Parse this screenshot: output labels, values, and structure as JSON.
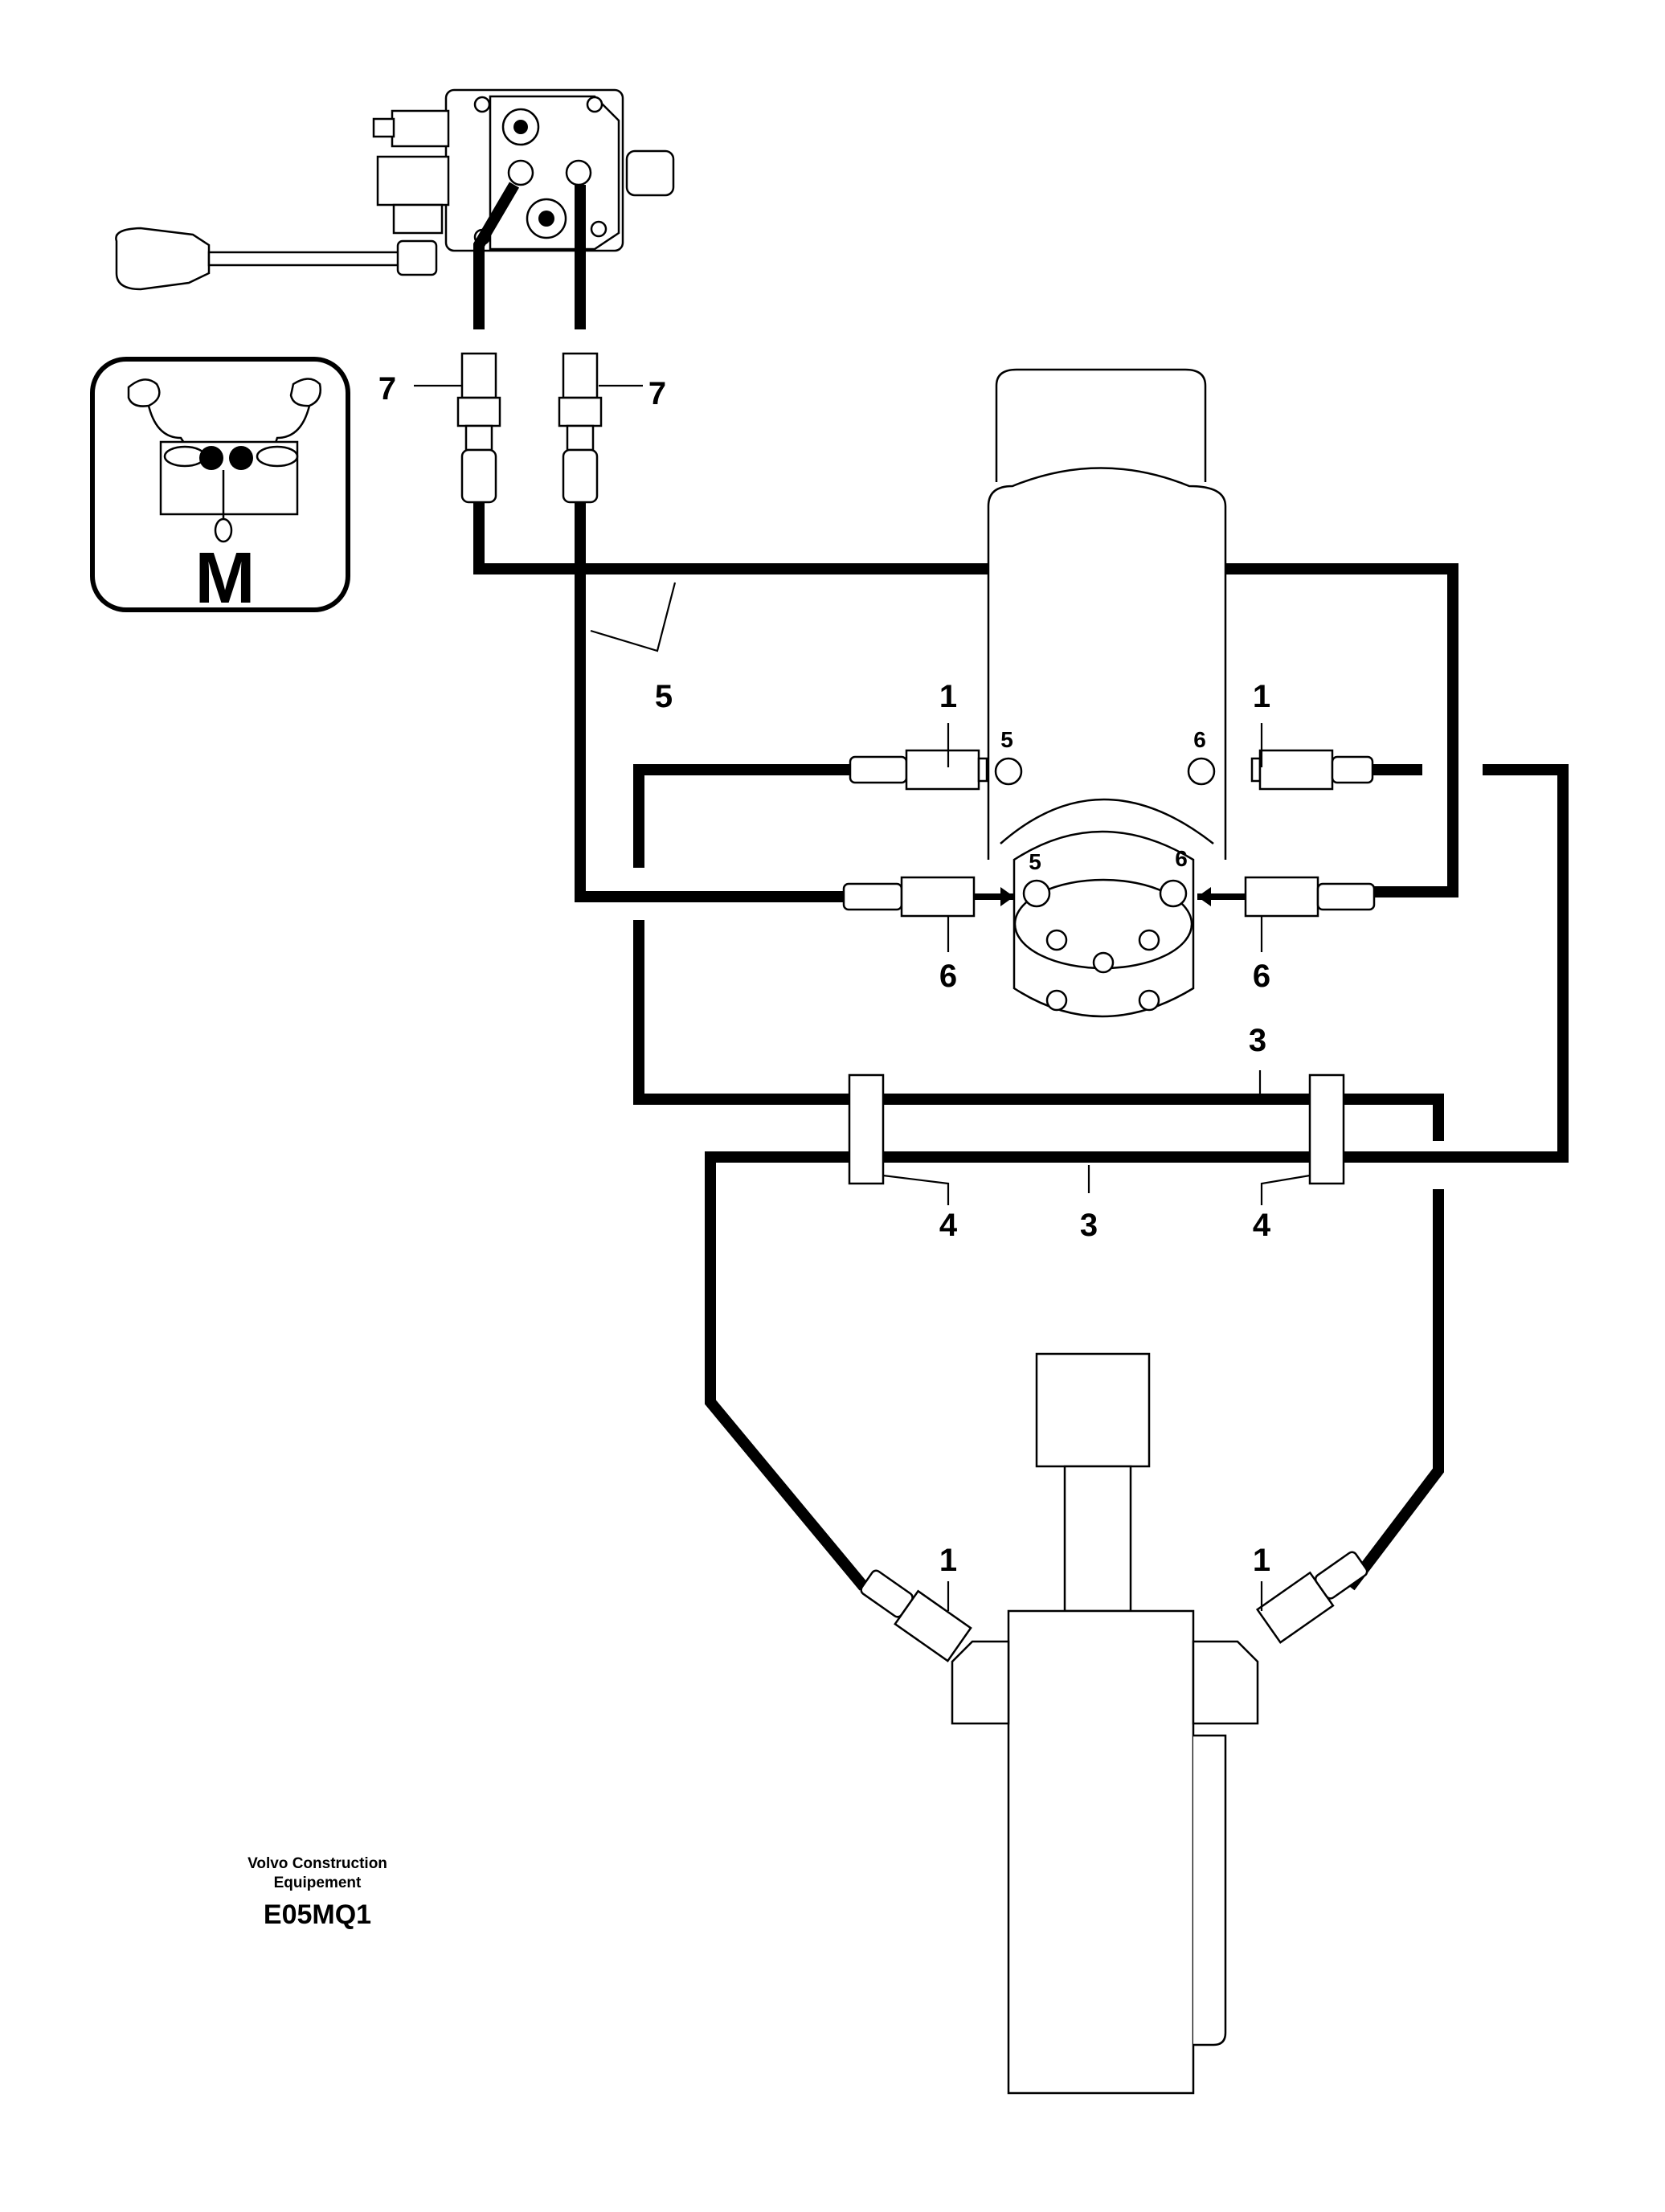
{
  "callouts": {
    "c1_left_upper": "1",
    "c1_right_upper": "1",
    "c1_left_lower": "1",
    "c1_right_lower": "1",
    "c3_upper": "3",
    "c3_lower": "3",
    "c4_left": "4",
    "c4_right": "4",
    "c5": "5",
    "c6_left": "6",
    "c6_right": "6",
    "c7_left": "7",
    "c7_right": "7"
  },
  "port_marks": {
    "p5_upper": "5",
    "p6_upper": "6",
    "p5_lower": "5",
    "p6_lower": "6"
  },
  "inset": {
    "letter": "M"
  },
  "footer": {
    "company_line1": "Volvo Construction",
    "company_line2": "Equipement",
    "drawing_code": "E05MQ1"
  }
}
